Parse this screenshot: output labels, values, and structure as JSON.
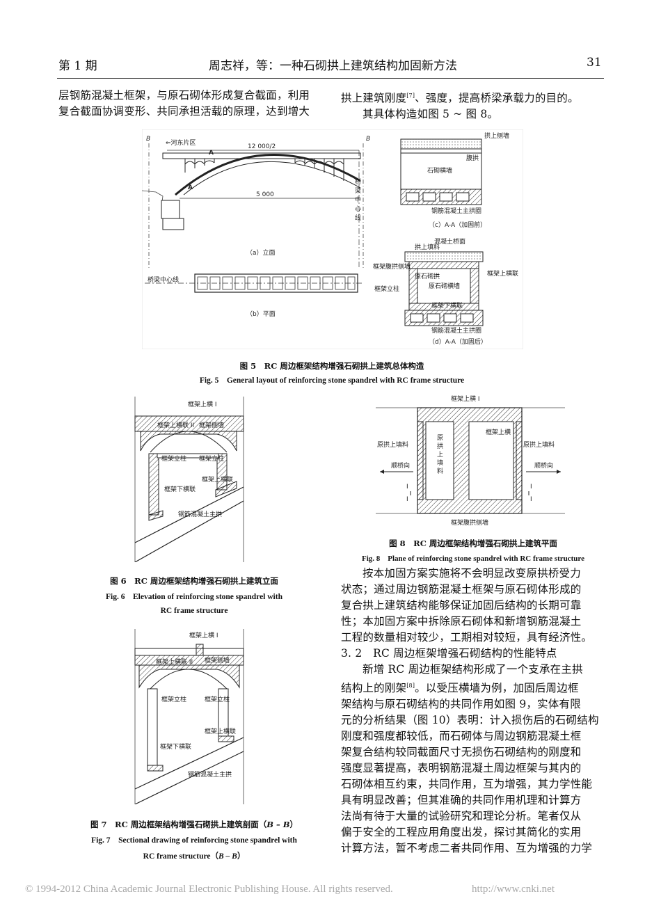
{
  "header": {
    "issue": "第 1 期",
    "title": "周志祥，等：一种石砌拱上建筑结构加固新方法",
    "page": "31"
  },
  "left_col": {
    "p1": [
      "层钢筋混凝土框架，与原石砌体形成复合截面，利用",
      "复合截面协调变形、共同承担活载的原理，达到增大"
    ]
  },
  "right_col_top": {
    "p1_text": "拱上建筑刚度",
    "p1_ref": "[7]",
    "p1_rest": "、强度，提高桥梁承载力的目的。",
    "p2": "其具体构造如图 5 ~ 图 8。"
  },
  "fig5": {
    "labels": {
      "B_left": "B",
      "B_right": "B",
      "hedong": "⇐河东片区",
      "span_half": "12 000/2",
      "A_top": "A",
      "A_bottom": "A",
      "span": "5 000",
      "centerline": [
        "桥",
        "梁",
        "中",
        "心",
        "线"
      ],
      "sub_a": "（a）立面",
      "plan_center": "桥梁中心线",
      "sub_b": "（b）平面",
      "c_deck": "拱上侧墙",
      "c_fuduo": "腹拱",
      "c_wall": "石砌横墙",
      "c_arch": "钢筋混凝土主拱圈",
      "sub_c": "（c）A-A（加固前）",
      "d_fill": "拱上填料",
      "d_deck": "混凝土桥面",
      "d_side": "框架腹拱侧墙",
      "d_orig": "原石砌拱",
      "d_wall": "原石砌横墙",
      "d_col": "框架立柱",
      "d_upper": "框架上横联",
      "d_lower": "框架下横联",
      "d_arch": "钢筋混凝土主拱圈",
      "sub_d": "（d）A-A（加固后）"
    },
    "caption_cn_num": "图 5",
    "caption_cn": "RC 周边框架结构增强石砌拱上建筑总体构造",
    "caption_en_num": "Fig. 5",
    "caption_en": "General layout of reinforcing stone spandrel with RC frame structure"
  },
  "fig6": {
    "labels": {
      "top": "框架上横 I",
      "upper2": "框架上横联 II",
      "side": "框架侧墙",
      "col_l": "框架立柱",
      "col_r": "框架立柱",
      "upper_link": "框架上横联",
      "lower_link": "框架下横联",
      "arch": "钢筋混凝土主拱"
    },
    "caption_cn_num": "图 6",
    "caption_cn": "RC 周边框架结构增强石砌拱上建筑立面",
    "caption_en_num": "Fig. 6",
    "caption_en_1": "Elevation of reinforcing stone spandrel with",
    "caption_en_2": "RC frame structure"
  },
  "fig7": {
    "labels": {
      "top": "框架上横 I",
      "upper2": "框架上横联 II",
      "side": "框架侧墙",
      "col_l": "框架立柱",
      "col_r": "框架立柱",
      "upper_link": "框架上横联",
      "lower_link": "框架下横联",
      "arch": "钢筋混凝土主拱"
    },
    "caption_cn_num": "图 7",
    "caption_cn_pre": "RC 周边框架结构增强石砌拱上建筑剖面（",
    "caption_cn_sec": "B – B",
    "caption_cn_post": "）",
    "caption_en_num": "Fig. 7",
    "caption_en_1": "Sectional drawing of reinforcing stone spandrel with",
    "caption_en_2": "RC frame structure（",
    "caption_en_sec": "B – B",
    "caption_en_3": "）"
  },
  "fig8": {
    "labels": {
      "top": "框架上横 I",
      "upper1": "框架上横 I",
      "fill_l": "原拱上填料",
      "fill_r": "原拱上填料",
      "fill_mid": [
        "原",
        "拱",
        "上",
        "填",
        "料"
      ],
      "dir_l": "顺桥向",
      "dir_r": "顺桥向",
      "bottom": "框架腹拱侧墙",
      "I1": "I",
      "I2": "I",
      "I3": "I",
      "I4": "I"
    },
    "caption_cn_num": "图 8",
    "caption_cn": "RC 周边框架结构增强石砌拱上建筑平面",
    "caption_en_num": "Fig. 8",
    "caption_en": "Plane of reinforcing stone spandrel with RC frame structure"
  },
  "right_col": {
    "para1": [
      "按本加固方案实施将不会明显改变原拱桥受力",
      "状态；通过周边钢筋混凝土框架与原石砌体形成的",
      "复合拱上建筑结构能够保证加固后结构的长期可靠",
      "性；本加固方案中拆除原石砌体和新增钢筋混凝土",
      "工程的数量相对较少，工期相对较短，具有经济性。"
    ],
    "section_heading": "3. 2　RC 周边框架增强石砌结构的性能特点",
    "para2_first": "新增 RC 周边框架结构形成了一个支承在主拱",
    "para2_second_a": "结构上的刚架",
    "para2_ref": "[8]",
    "para2_second_b": "。以受压横墙为例，加固后周边框",
    "para2_rest": [
      "架结构与原石砌结构的共同作用如图 9，实体有限",
      "元的分析结果（图 10）表明：计入损伤后的石砌结构",
      "刚度和强度都较低，而石砌体与周边钢筋混凝土框",
      "架复合结构较同截面尺寸无损伤石砌结构的刚度和",
      "强度显著提高，表明钢筋混凝土周边框架与其内的",
      "石砌体相互约束，共同作用，互为增强，其力学性能",
      "具有明显改善；但其准确的共同作用机理和计算方",
      "法尚有待于大量的试验研究和理论分析。笔者仅从",
      "偏于安全的工程应用角度出发，探讨其简化的实用",
      "计算方法，暂不考虑二者共同作用、互为增强的力学"
    ]
  },
  "footer": {
    "copyright": "© 1994-2012 China Academic Journal Electronic Publishing House. All rights reserved.",
    "url": "http://www.cnki.net"
  }
}
